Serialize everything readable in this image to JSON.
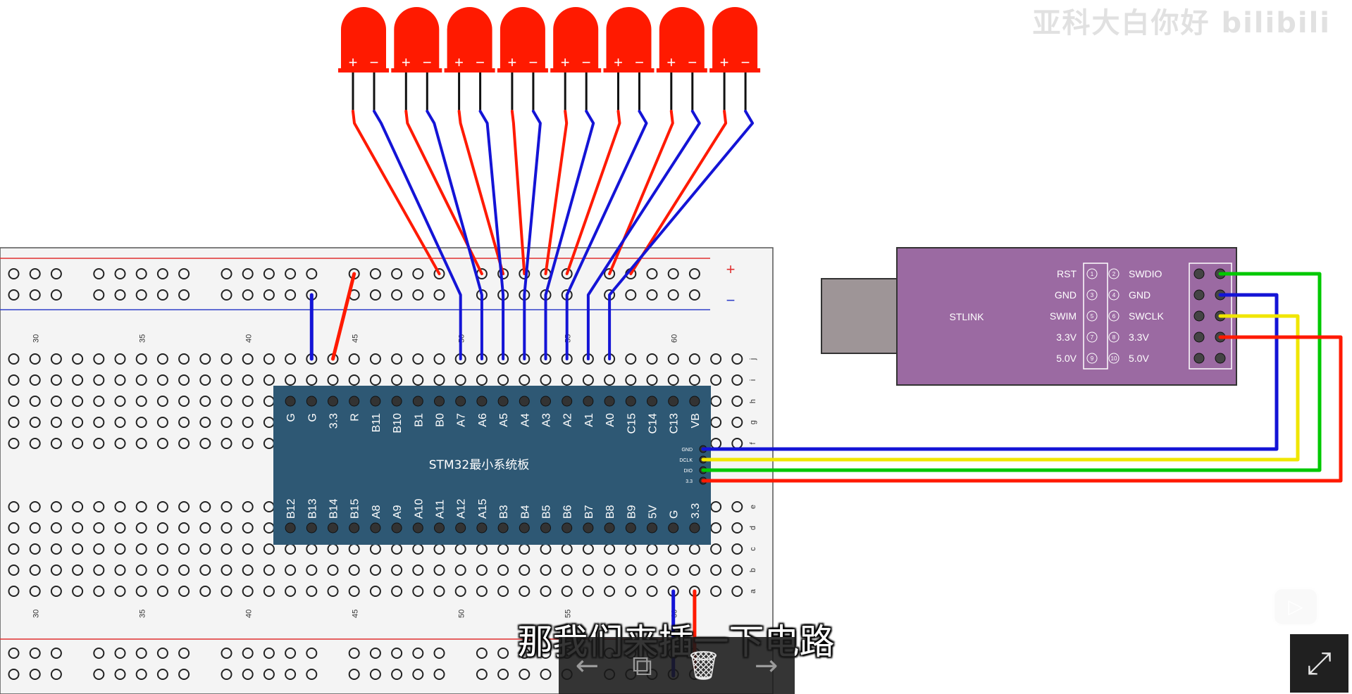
{
  "leds": {
    "plus": "+",
    "minus": "−",
    "count": 8
  },
  "breadboard": {
    "col_numbers": [
      "30",
      "35",
      "40",
      "45",
      "50",
      "55",
      "60"
    ],
    "row_letters_top": [
      "j",
      "i",
      "h",
      "g",
      "f"
    ],
    "row_letters_bottom": [
      "e",
      "d",
      "c",
      "b",
      "a"
    ],
    "rail_plus": "+",
    "rail_minus": "−"
  },
  "stm32": {
    "title": "STM32最小系统板",
    "top_pins": [
      "G",
      "G",
      "3.3",
      "R",
      "B11",
      "B10",
      "B1",
      "B0",
      "A7",
      "A6",
      "A5",
      "A4",
      "A3",
      "A2",
      "A1",
      "A0",
      "C15",
      "C14",
      "C13",
      "VB"
    ],
    "bottom_pins": [
      "B12",
      "B13",
      "B14",
      "B15",
      "A8",
      "A9",
      "A10",
      "A11",
      "A12",
      "A15",
      "B3",
      "B4",
      "B5",
      "B6",
      "B7",
      "B8",
      "B9",
      "5V",
      "G",
      "3.3"
    ],
    "swd_pins": [
      "GND",
      "DCLK",
      "DIO",
      "3.3"
    ]
  },
  "stlink": {
    "title": "STLINK",
    "left_labels": [
      "RST",
      "GND",
      "SWIM",
      "3.3V",
      "5.0V"
    ],
    "right_labels": [
      "SWDIO",
      "GND",
      "SWCLK",
      "3.3V",
      "5.0V"
    ],
    "pin_numbers": [
      [
        "1",
        "2"
      ],
      [
        "3",
        "4"
      ],
      [
        "5",
        "6"
      ],
      [
        "7",
        "8"
      ],
      [
        "9",
        "10"
      ]
    ]
  },
  "colors": {
    "red": "#ff1a00",
    "blue": "#1414d6",
    "green": "#00c800",
    "yellow": "#f0e600",
    "board": "#2e5874",
    "stlink": "#9b6aa2"
  },
  "subtitle": "那我们来插一下电路",
  "watermark": "亚科大白你好 bilibili",
  "video_controls": {
    "prev": "←",
    "copy": "⧉",
    "delete": "🗑",
    "next": "→"
  },
  "play_badge": "▷",
  "expand": "⤢"
}
